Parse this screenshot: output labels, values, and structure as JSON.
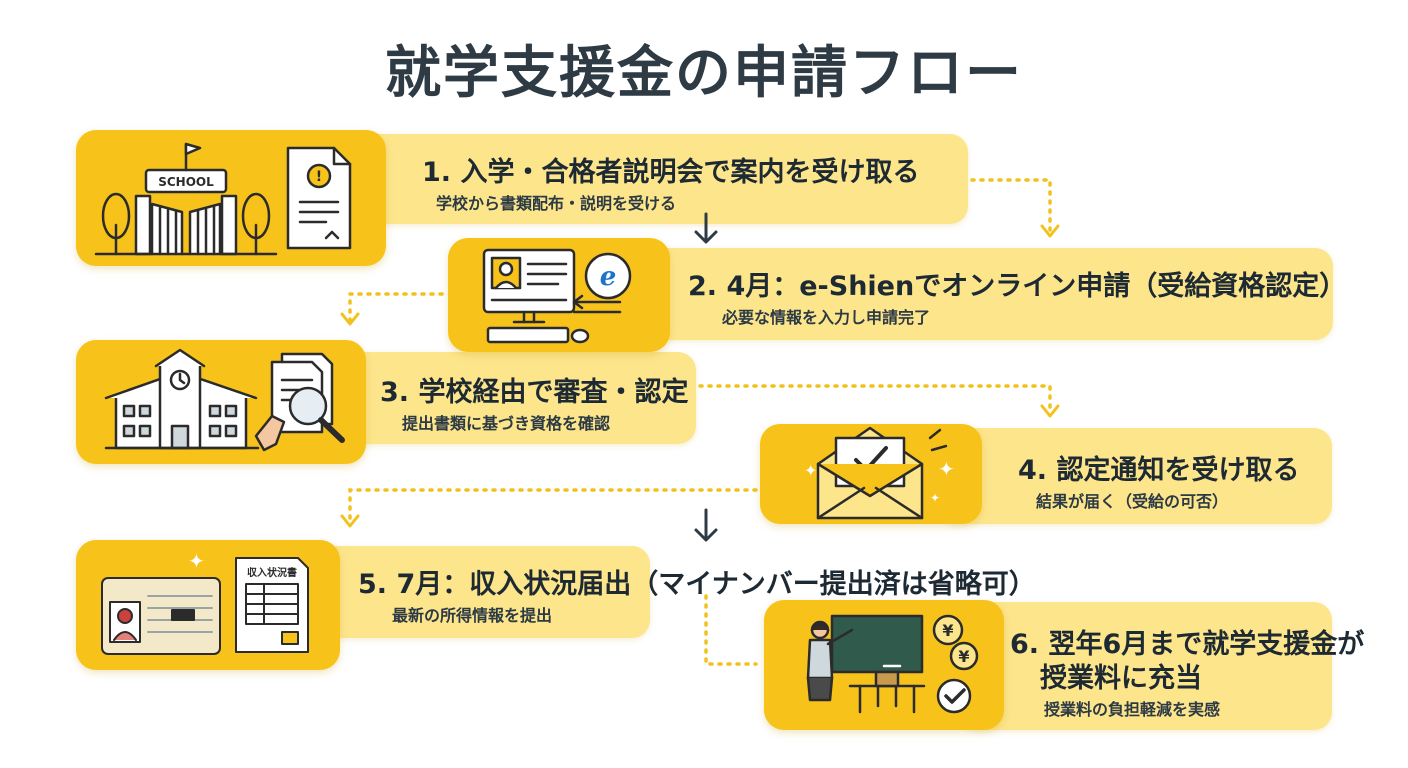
{
  "title": "就学支援金の申請フロー",
  "steps": [
    {
      "title": "1. 入学・合格者説明会で案内を受け取る",
      "sub": "学校から書類配布・説明を受ける",
      "icon": "school-gate-document-icon"
    },
    {
      "title": "2. 4月：e-Shienでオンライン申請（受給資格認定）",
      "sub": "必要な情報を入力し申請完了",
      "icon": "computer-browser-icon"
    },
    {
      "title": "3. 学校経由で審査・認定",
      "sub": "提出書類に基づき資格を確認",
      "icon": "school-building-magnifier-icon"
    },
    {
      "title": "4. 認定通知を受け取る",
      "sub": "結果が届く（受給の可否）",
      "icon": "envelope-check-icon"
    },
    {
      "title": "5. 7月：収入状況届出（マイナンバー提出済は省略可）",
      "sub": "最新の所得情報を提出",
      "icon": "id-card-income-form-icon"
    },
    {
      "title_line1": "6. 翌年6月まで就学支援金が",
      "title_line2": "授業料に充当",
      "sub": "授業料の負担軽減を実感",
      "icon": "teacher-blackboard-yen-icon"
    }
  ],
  "icon_labels": {
    "school_sign": "SCHOOL",
    "form_title": "収入状況書"
  },
  "colors": {
    "accent": "#f7c31b",
    "bar": "#fde58c",
    "text": "#1e2a33",
    "title": "#2f3b44",
    "arrow": "#2f3b44",
    "dotted": "#f2c21c"
  }
}
